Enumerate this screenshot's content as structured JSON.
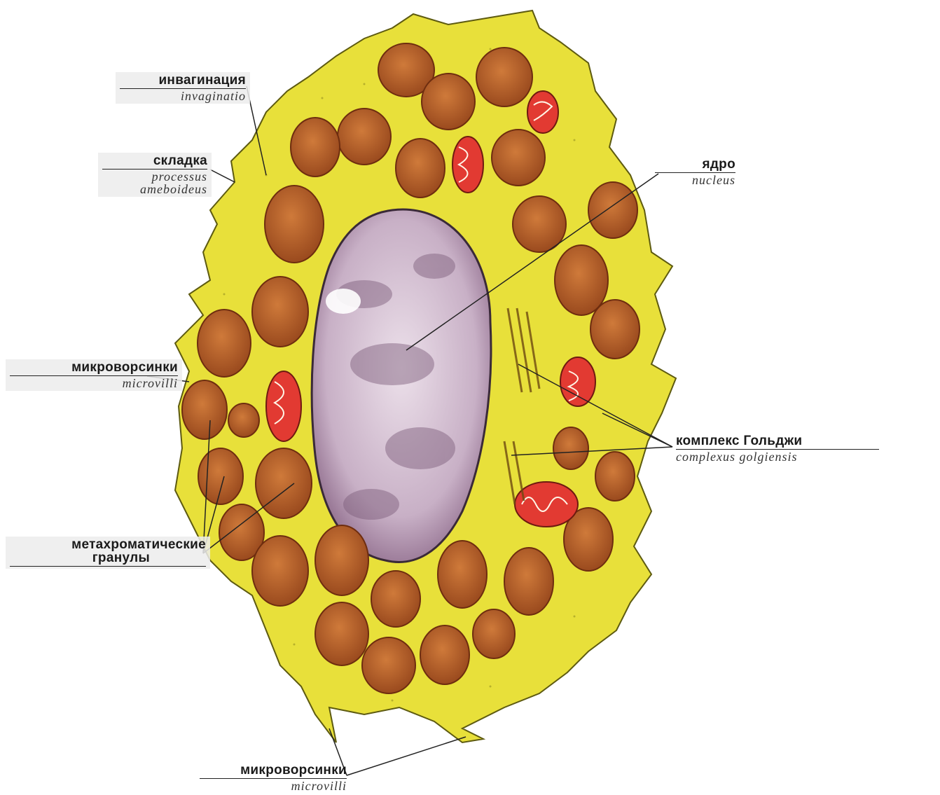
{
  "labels": {
    "invagination": {
      "ru": "инвагинация",
      "la": "invaginatio"
    },
    "fold": {
      "ru": "складка",
      "la1": "processus",
      "la2": "ameboideus"
    },
    "nucleus": {
      "ru": "ядро",
      "la": "nucleus"
    },
    "microvilli_left": {
      "ru": "микроворсинки",
      "la": "microvilli"
    },
    "golgi": {
      "ru": "комплекс Гольджи",
      "la": "complexus golgiensis"
    },
    "granules": {
      "ru1": "метахроматические",
      "ru2": "гранулы"
    },
    "microvilli_bottom": {
      "ru": "микроворсинки",
      "la": "microvilli"
    }
  },
  "colors": {
    "cytoplasm": "#e8e03a",
    "granule": "#b8622a",
    "granule_rim": "#6e2d0f",
    "mitochondria": "#e23a32",
    "nucleus": "#d9c7d6",
    "nucleus_dark": "#7a5a78",
    "leader_line": "#222222"
  },
  "icons": [
    "cell-body",
    "nucleus-shape",
    "granule-shape",
    "mitochondrion-shape",
    "golgi-stack"
  ]
}
